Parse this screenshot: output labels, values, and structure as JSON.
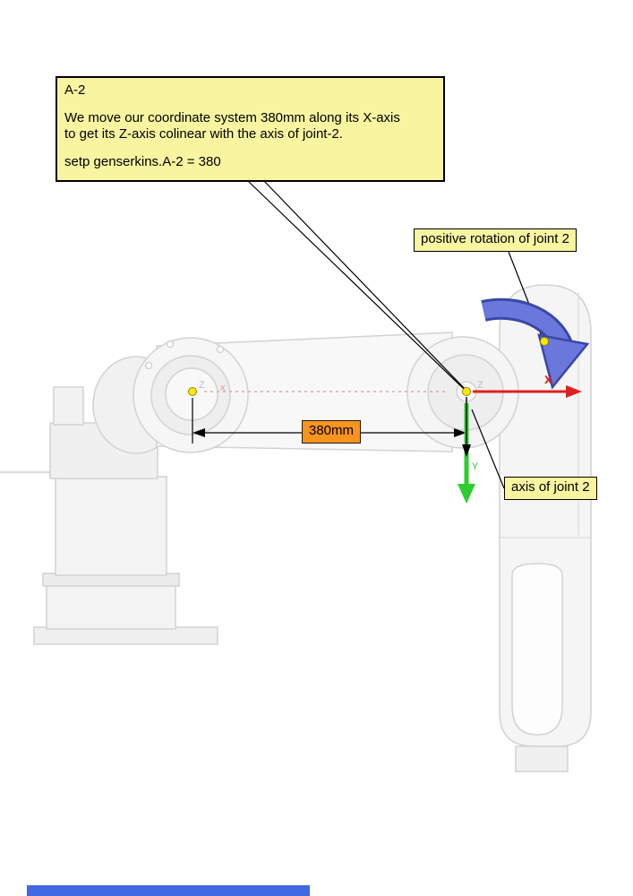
{
  "figure": {
    "note": {
      "title": "A-2",
      "body": [
        "We move our coordinate system 380mm along its X-axis",
        "to get its Z-axis colinear with the axis of joint-2."
      ],
      "command": "setp genserkins.A-2 = 380"
    },
    "callouts": {
      "positive_rotation": "positive rotation of joint 2",
      "axis_of_joint2": "axis of joint 2"
    },
    "dimension_label": "380mm",
    "dimension_value_mm": 380,
    "axis_labels": {
      "x_right": "x",
      "z_right": "Z",
      "y_down": "Y",
      "z_left": "Z",
      "x_left": "x"
    },
    "colors": {
      "note_bg": "#f8f4a0",
      "dimension_bg": "#f7941d",
      "x_axis_red": "#e02020",
      "y_axis_green": "#2ecc2e",
      "rotation_arrow_fill": "#6a78dc",
      "rotation_arrow_outline": "#3947a8",
      "joint_marker_yellow": "#ffe800",
      "bottom_bar_blue": "#4169e1"
    }
  }
}
